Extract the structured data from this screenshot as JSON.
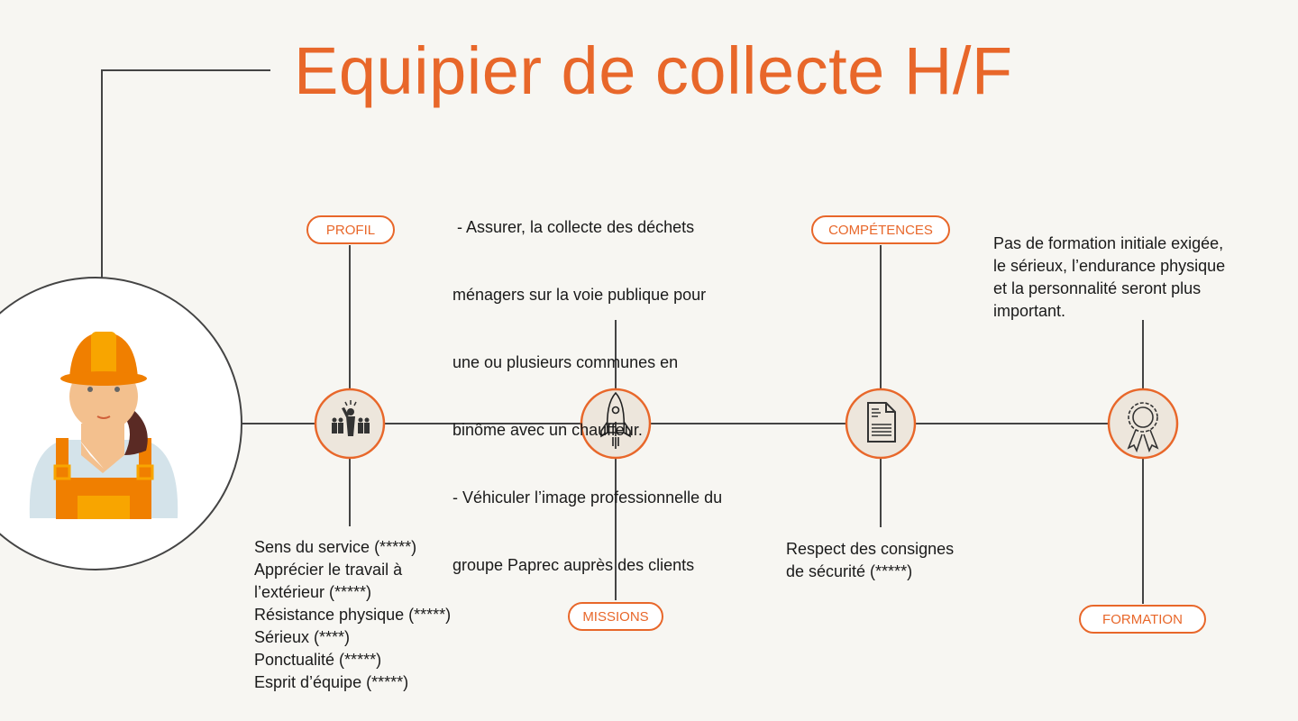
{
  "title": "Equipier de collecte H/F",
  "colors": {
    "accent": "#e8672a",
    "node_fill": "#ede6dc",
    "line": "#444444"
  },
  "sections": {
    "profil": {
      "label": "PROFIL",
      "icon": "leader-group-icon",
      "items": [
        "Sens du service (*****)",
        "Apprécier le travail à",
        "l’extérieur (*****)",
        "Résistance physique (*****)",
        "Sérieux (****)",
        "Ponctualité (*****)",
        "Esprit d’équipe (*****)"
      ]
    },
    "missions": {
      "label": "MISSIONS",
      "icon": "rocket-icon",
      "items": [
        " - Assurer, la collecte des déchets",
        "ménagers sur la voie publique pour",
        "une ou plusieurs communes en",
        "binôme avec un chauffeur.",
        "- Véhiculer l’image professionnelle du",
        "groupe Paprec auprès des clients"
      ]
    },
    "competences": {
      "label": "COMPÉTENCES",
      "icon": "document-icon",
      "items": [
        "Respect des consignes",
        "de sécurité (*****)"
      ]
    },
    "formation": {
      "label": "FORMATION",
      "icon": "award-ribbon-icon",
      "items": [
        "Pas de formation initiale exigée,",
        "le sérieux, l’endurance physique",
        "et la personnalité seront plus",
        "important."
      ]
    }
  }
}
